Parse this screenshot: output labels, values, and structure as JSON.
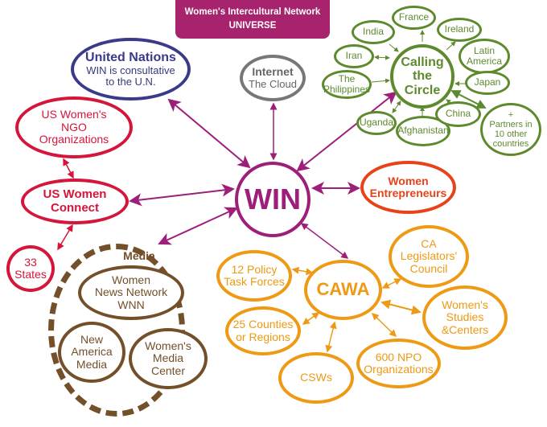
{
  "title": {
    "line1": "Women's Intercultural Network",
    "line2": "UNIVERSE"
  },
  "colors": {
    "win": "#9e1f7a",
    "un": "#3a3a8a",
    "internet": "#777777",
    "us_women": "#d6153a",
    "entrepreneurs": "#e8421a",
    "media": "#73502a",
    "cawa": "#ee9a14",
    "calling": "#5e8a2e",
    "banner": "#a8236e"
  },
  "hub": {
    "label": "WIN"
  },
  "united_nations": {
    "title": "United Nations",
    "line2": "WIN is consultative",
    "line3": "to the U.N."
  },
  "internet": {
    "title": "Internet",
    "line2": "The Cloud"
  },
  "us_women_ngo": {
    "line1": "US Women's",
    "line2": "NGO",
    "line3": "Organizations"
  },
  "us_women_connect": {
    "line1": "US Women",
    "line2": "Connect"
  },
  "states": {
    "line1": "33",
    "line2": "States"
  },
  "entrepreneurs": {
    "line1": "Women",
    "line2": "Entrepreneurs"
  },
  "media": {
    "title": "Media",
    "wnn": {
      "line1": "Women",
      "line2": "News Network",
      "line3": "WNN"
    },
    "nam": {
      "line1": "New",
      "line2": "America",
      "line3": "Media"
    },
    "wmc": {
      "line1": "Women's",
      "line2": "Media",
      "line3": "Center"
    }
  },
  "cawa": {
    "label": "CAWA",
    "policy": {
      "line1": "12 Policy",
      "line2": "Task Forces"
    },
    "counties": {
      "line1": "25 Counties",
      "line2": "or Regions"
    },
    "csws": {
      "line1": "CSWs"
    },
    "npo": {
      "line1": "600 NPO",
      "line2": "Organizations"
    },
    "legis": {
      "line1": "CA",
      "line2": "Legislators'",
      "line3": "Council"
    },
    "studies": {
      "line1": "Women's",
      "line2": "Studies",
      "line3": "&Centers"
    }
  },
  "calling_circle": {
    "line1": "Calling",
    "line2": "the",
    "line3": "Circle",
    "france": "France",
    "india": "India",
    "ireland": "Ireland",
    "iran": "Iran",
    "latin": {
      "line1": "Latin",
      "line2": "America"
    },
    "phil": {
      "line1": "The",
      "line2": "Philippines"
    },
    "japan": "Japan",
    "uganda": "Uganda",
    "afghan": "Afghanistan",
    "china": "China",
    "partners": {
      "line1": "+",
      "line2": "Partners in",
      "line3": "10 other",
      "line4": "countries"
    }
  }
}
